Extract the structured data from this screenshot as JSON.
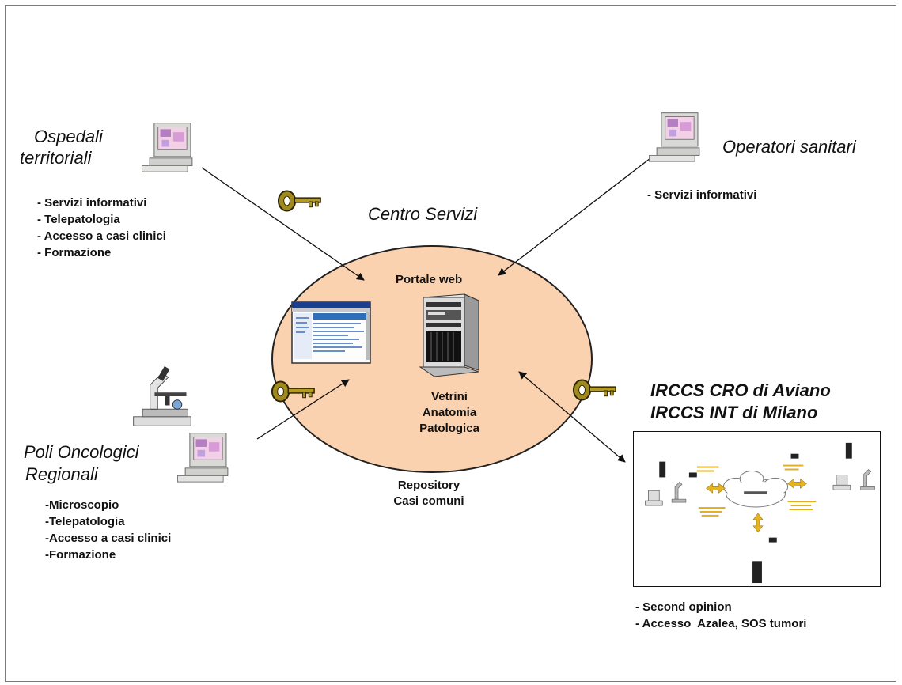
{
  "ospedali": {
    "title_line1": "Ospedali",
    "title_line2": "territoriali",
    "items": [
      "- Servizi informativi",
      "- Telepatologia",
      "- Accesso a casi clinici",
      "- Formazione"
    ]
  },
  "operatori": {
    "title": "Operatori sanitari",
    "items": [
      "- Servizi informativi"
    ]
  },
  "centro": {
    "title": "Centro Servizi",
    "portal_label": "Portale web",
    "server_label_lines": [
      "Vetrini",
      "Anatomia",
      "Patologica"
    ],
    "repository_lines": [
      "Repository",
      "Casi comuni"
    ]
  },
  "poli": {
    "title_line1": "Poli Oncologici",
    "title_line2": "Regionali",
    "items": [
      "-Microscopio",
      "-Telepatologia",
      "-Accesso a casi clinici",
      "-Formazione"
    ]
  },
  "irccs": {
    "title_line1": "IRCCS CRO di Aviano",
    "title_line2": "IRCCS INT di Milano",
    "items": [
      "- Second opinion",
      "- Accesso  Azalea, SOS tumori"
    ]
  },
  "colors": {
    "ellipse_fill": "#fbd2b0",
    "key_fill": "#a08a1e",
    "arrow_yellow": "#e7b421"
  }
}
